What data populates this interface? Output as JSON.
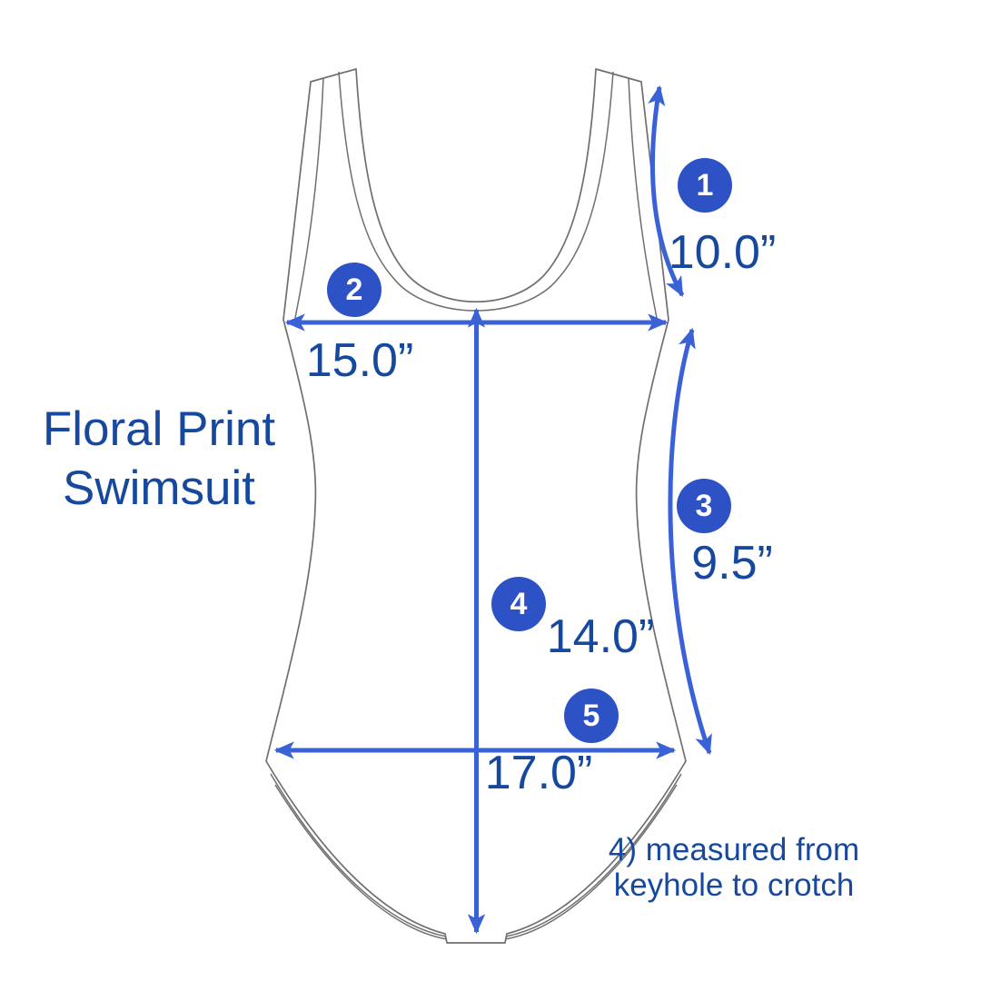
{
  "title": {
    "line1": "Floral Print",
    "line2": "Swimsuit"
  },
  "measurements": [
    {
      "num": "1",
      "value": "10.0”"
    },
    {
      "num": "2",
      "value": "15.0”"
    },
    {
      "num": "3",
      "value": "9.5”"
    },
    {
      "num": "4",
      "value": "14.0”"
    },
    {
      "num": "5",
      "value": "17.0”"
    }
  ],
  "footnote": {
    "line1": "4) measured from",
    "line2": "keyhole to crotch"
  },
  "colors": {
    "badge": "#2c52c6",
    "arrow": "#3a62d6",
    "text": "#16499e",
    "outline": "#6f6f6f",
    "background": "#ffffff"
  }
}
